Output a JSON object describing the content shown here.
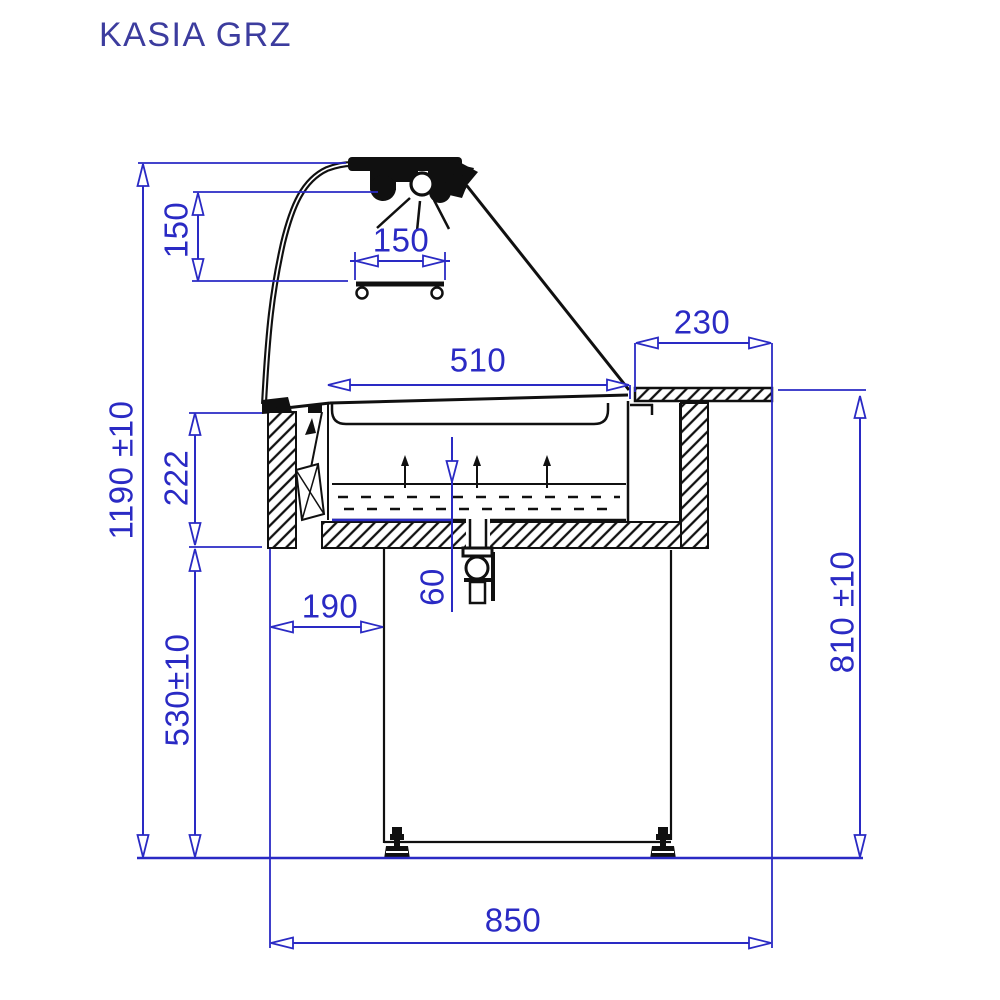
{
  "title": "KASIA GRZ",
  "drawing": {
    "kind": "technical-cross-section",
    "unit": "mm",
    "labels": {
      "glass_top_height": "150",
      "lamp_shelf_width": "150",
      "basin_width": "510",
      "rear_counter_depth": "230",
      "well_depth": "222",
      "total_height": "1190 ±10",
      "base_inset": "190",
      "water_depth": "60",
      "understructure_height": "530±10",
      "worktop_height": "810 ±10",
      "total_depth": "850"
    }
  },
  "colors": {
    "dimension_blue": "#2a2ac4",
    "title_blue": "#3c3c9e",
    "line_black": "#101010",
    "background": "#ffffff"
  }
}
